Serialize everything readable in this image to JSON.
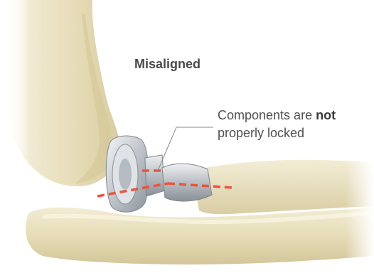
{
  "heading": "Misaligned",
  "callout": {
    "text_before": "Components are ",
    "emphasis": "not",
    "text_after": "properly locked"
  },
  "colors": {
    "background": "#ffffff",
    "bone": "#e9e0bf",
    "metal": "#c9cdd2",
    "dashed_line": "#e8553b",
    "text": "#505050",
    "leader_line": "#8a8a8a"
  },
  "icons": {
    "anatomy": "elbow-joint-illustration",
    "implant": "elbow-prosthesis-illustration"
  }
}
